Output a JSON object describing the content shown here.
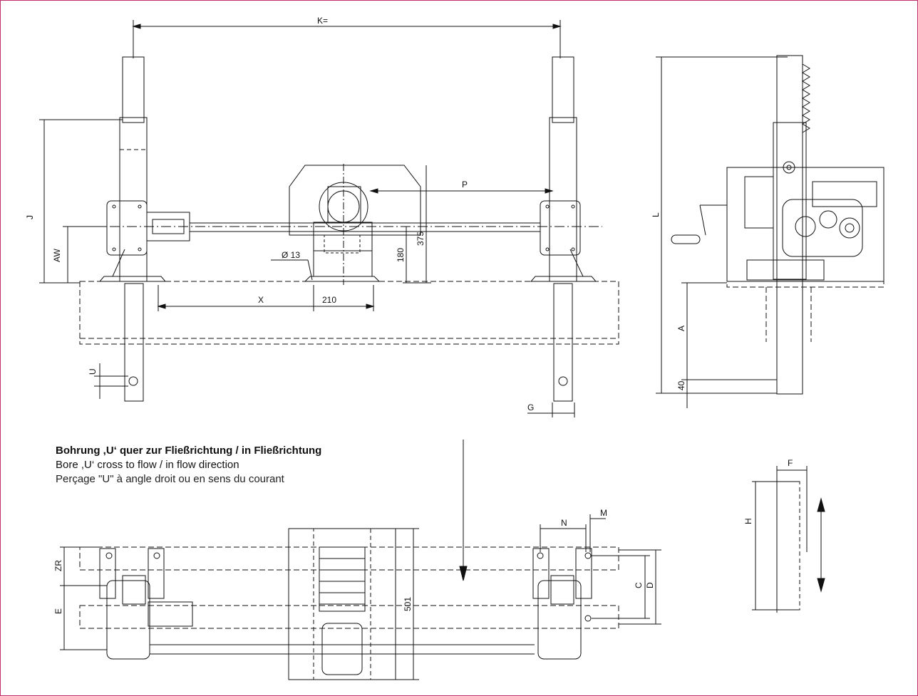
{
  "caption": {
    "line_de": "Bohrung ,U‘ quer zur Fließrichtung / in Fließrichtung",
    "line_en": "Bore ,U‘ cross to flow / in flow direction",
    "line_fr": "Perçage \"U\"  à angle droit ou en sens du courant"
  },
  "dimensions": {
    "k": "K=",
    "j": "J",
    "aw": "AW",
    "p": "P",
    "d13": "Ø 13",
    "v180": "180",
    "v375": "375",
    "x": "X",
    "v210": "210",
    "u": "U",
    "g": "G",
    "l": "L",
    "a": "A",
    "v40": "40",
    "f": "F",
    "h": "H",
    "n": "N",
    "m": "M",
    "zr": "ZR",
    "e": "E",
    "c": "C",
    "d": "D",
    "v501": "501"
  },
  "colors": {
    "frame": "#c0306a",
    "line": "#111111"
  }
}
